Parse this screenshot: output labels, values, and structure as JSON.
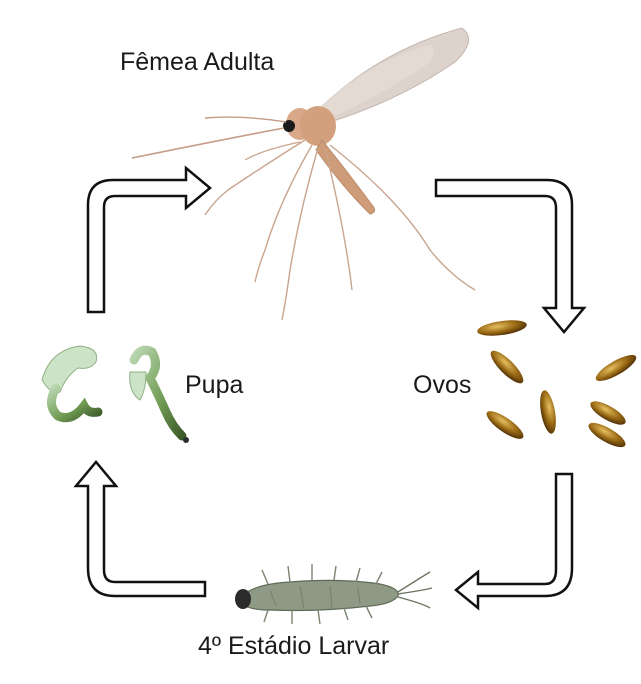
{
  "stages": {
    "adult": "Fêmea Adulta",
    "eggs": "Ovos",
    "larva": "4º Estádio Larvar",
    "pupa": "Pupa"
  },
  "colors": {
    "arrow_stroke": "#111111",
    "arrow_fill": "#ffffff",
    "adult_body": "#d9a888",
    "wing": "#d8ccc4",
    "egg": "#8a5a10",
    "egg_highlight": "#d4a640",
    "larva": "#8f9a86",
    "pupa": "#6f9a52"
  }
}
